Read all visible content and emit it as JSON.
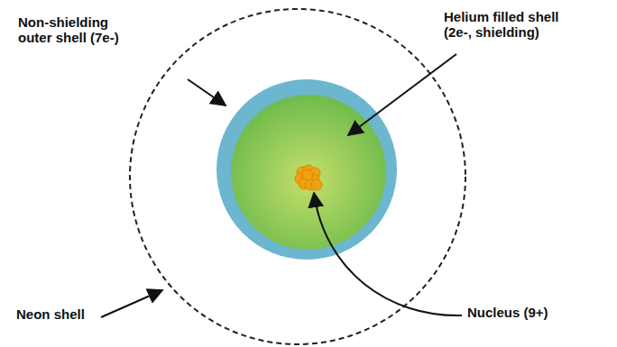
{
  "diagram": {
    "labels": [
      "Non-shielding outer shell (7e-)",
      "Helium filled shell (2e-, shielding)",
      "Nucleus (9+)",
      "Neon shell"
    ]
  }
}
